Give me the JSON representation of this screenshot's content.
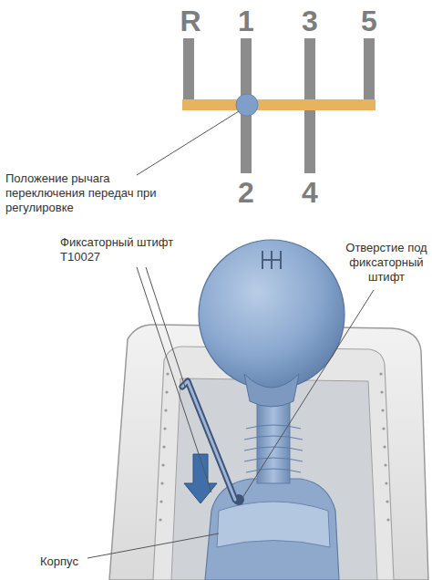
{
  "diagram": {
    "labels": [
      "R",
      "1",
      "3",
      "5",
      "2",
      "4",
      "Положение рычага переключения передач при регулировке",
      "Фиксаторный штифт T10027",
      "Отверстие под фиксаторный штифт",
      "Корпус"
    ]
  }
}
